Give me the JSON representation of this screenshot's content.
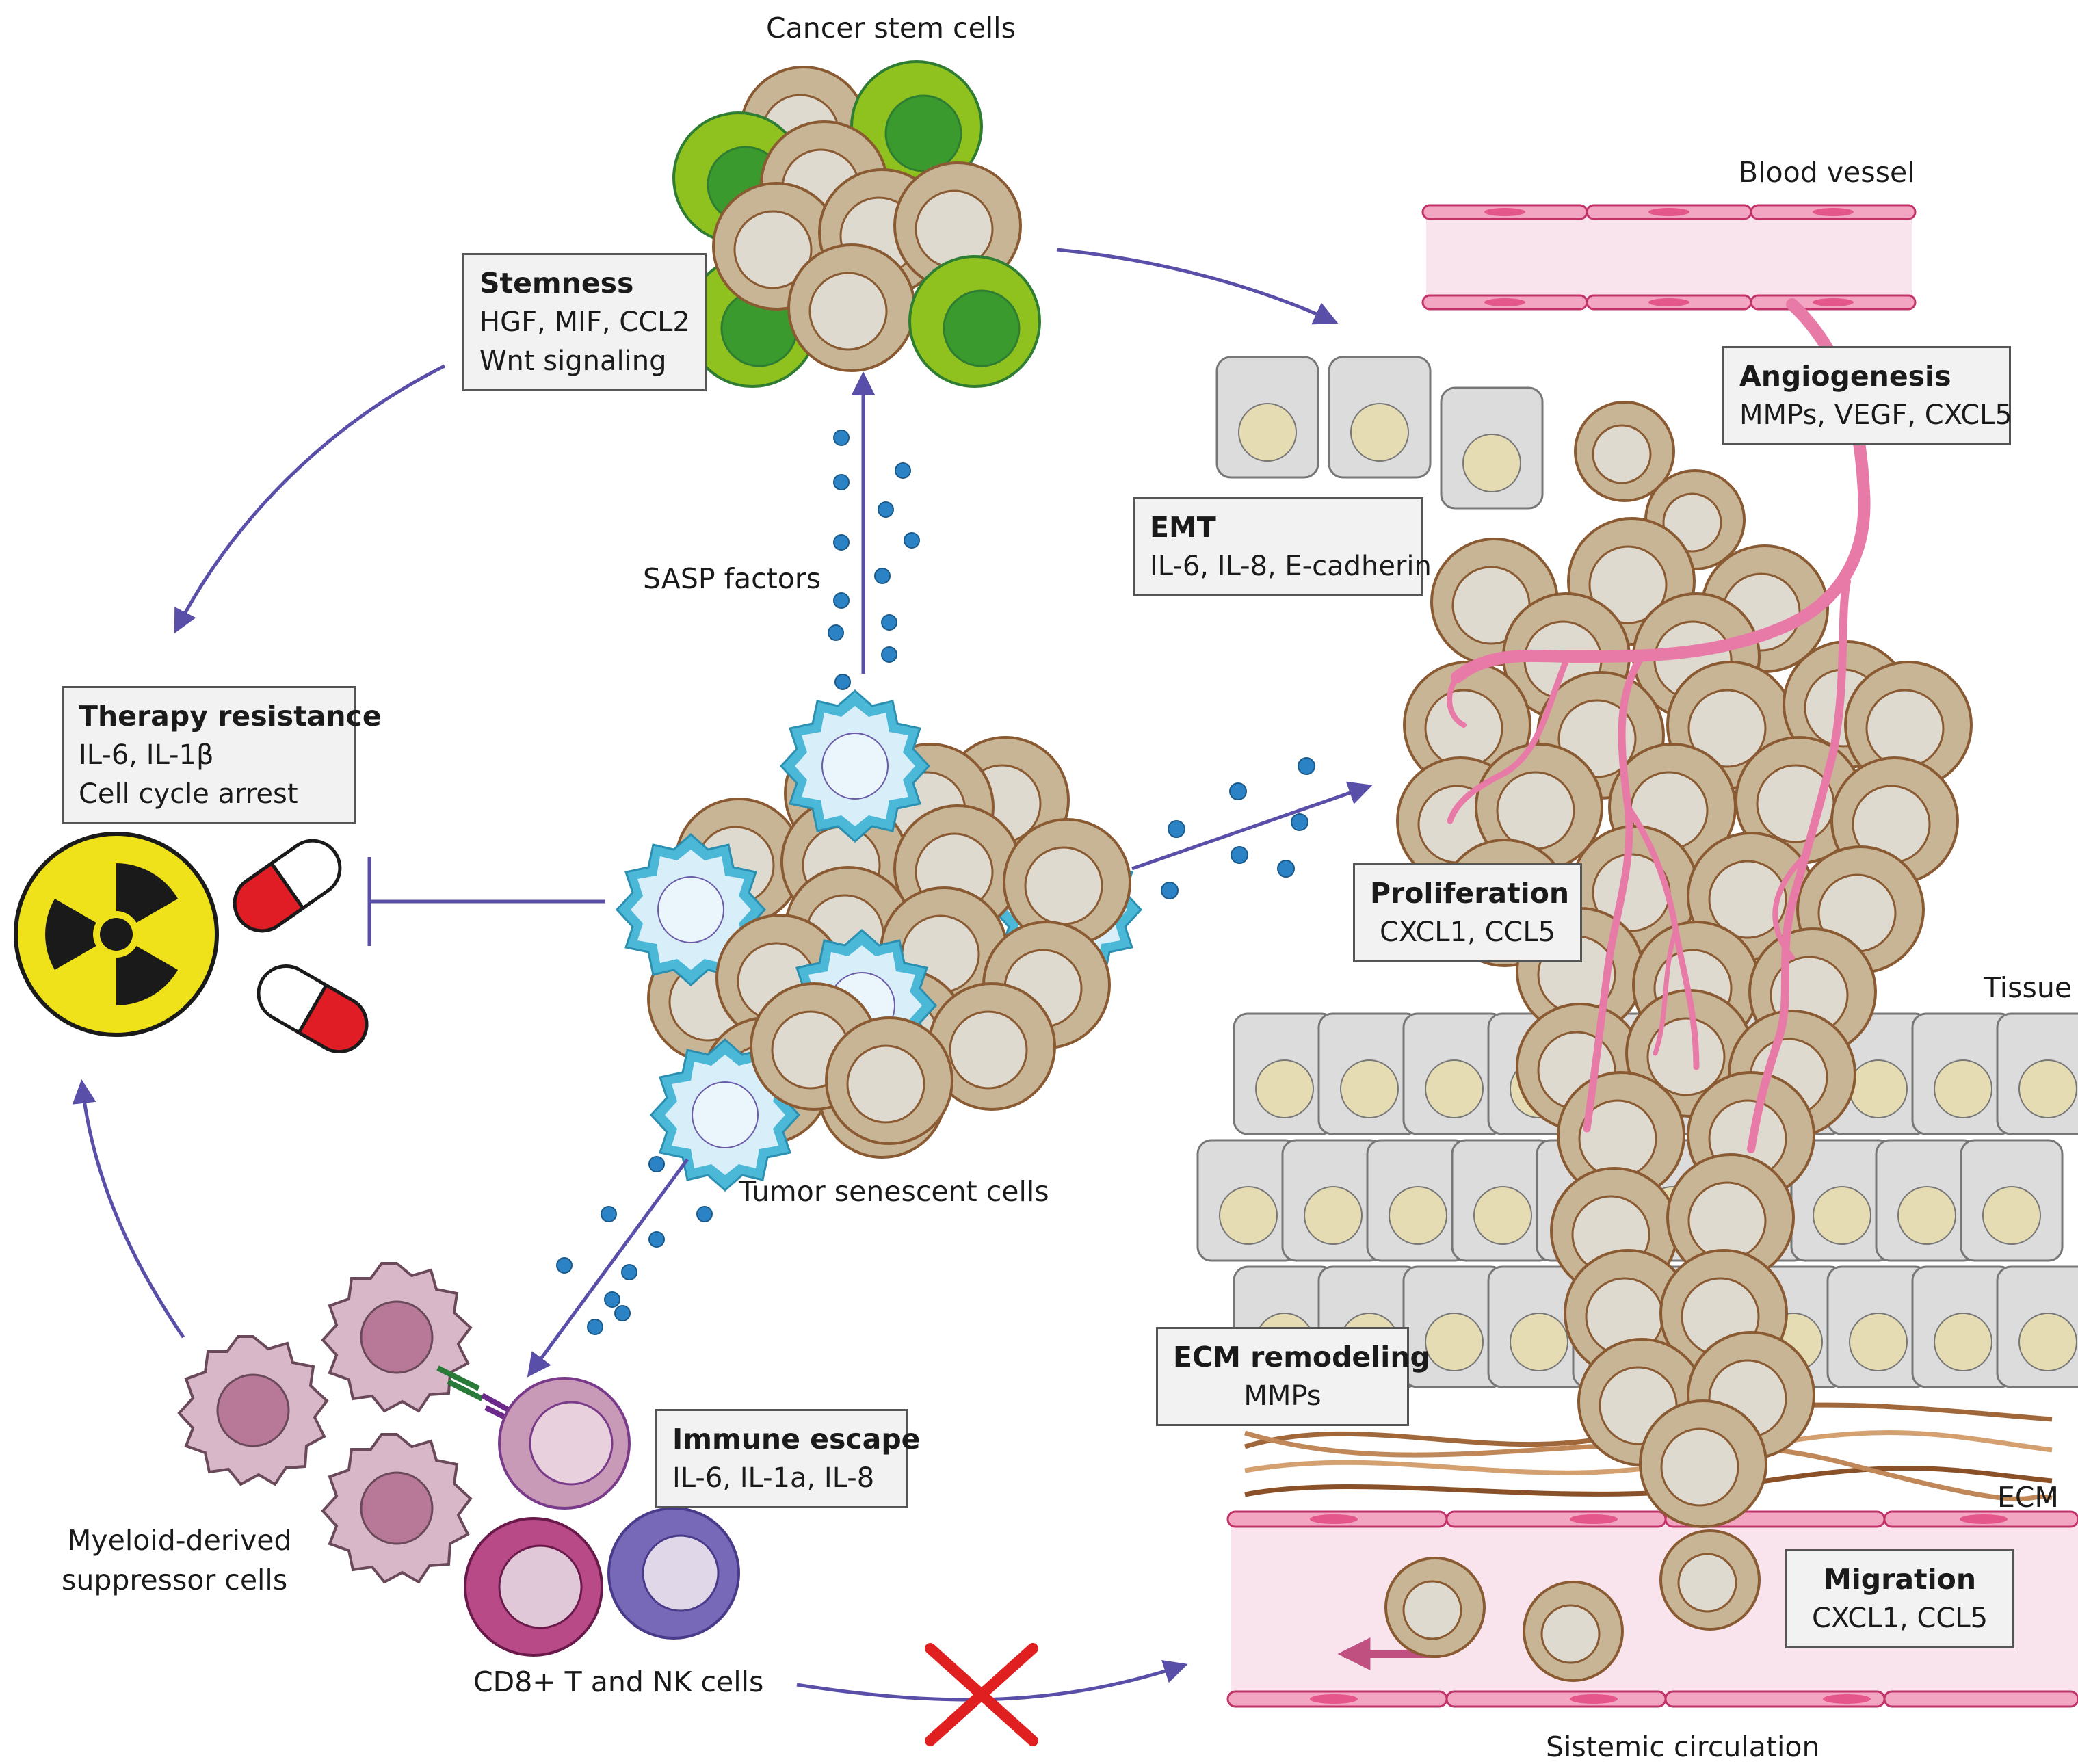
{
  "labels": {
    "cancer_stem_cells": "Cancer stem cells",
    "blood_vessel": "Blood vessel",
    "sasp_factors": "SASP factors",
    "tumor_senescent_cells": "Tumor senescent cells",
    "tissue": "Tissue",
    "ecm": "ECM",
    "mdsc_line1": "Myeloid-derived",
    "mdsc_line2": "suppressor cells",
    "cd8_nk": "CD8+ T and NK cells",
    "sistemic_circulation": "Sistemic circulation"
  },
  "boxes": {
    "stemness": {
      "title": "Stemness",
      "lines": [
        "HGF, MIF, CCL2",
        "Wnt signaling"
      ]
    },
    "therapy_resistance": {
      "title": "Therapy resistance",
      "lines": [
        "IL-6, IL-1β",
        "Cell cycle arrest"
      ]
    },
    "emt": {
      "title": "EMT",
      "lines": [
        "IL-6, IL-8, E-cadherin"
      ]
    },
    "angiogenesis": {
      "title": "Angiogenesis",
      "lines": [
        "MMPs, VEGF, CXCL5"
      ]
    },
    "proliferation": {
      "title": "Proliferation",
      "lines": [
        "CXCL1, CCL5"
      ]
    },
    "ecm_remodeling": {
      "title": "ECM remodeling",
      "lines": [
        "MMPs"
      ]
    },
    "immune_escape": {
      "title": "Immune escape",
      "lines": [
        "IL-6, IL-1a, IL-8"
      ]
    },
    "migration": {
      "title": "Migration",
      "lines": [
        "CXCL1, CCL5"
      ]
    }
  },
  "colors": {
    "arrow": "#5a4fa8",
    "tumor_cell_fill": "#c8b596",
    "tumor_cell_stroke": "#8a5a32",
    "nucleus": "#dedad0",
    "stem_cell_green": "#8fc21f",
    "stem_nucleus_green": "#3a9a2e",
    "senescent_blue": "#4cb8d8",
    "senescent_fill": "#d8eef8",
    "vessel_pink": "#e87aa8",
    "sasp_dot": "#2b82c4",
    "epithelial_fill": "#dcdcdc",
    "epithelial_nucleus": "#e6dcb4",
    "mdsc_fill": "#d8b8c8",
    "mdsc_nucleus": "#b87898",
    "blocked_cross": "#e02020"
  },
  "icons": [
    "radiation-icon",
    "pill-icon",
    "blocked-cross-icon"
  ]
}
